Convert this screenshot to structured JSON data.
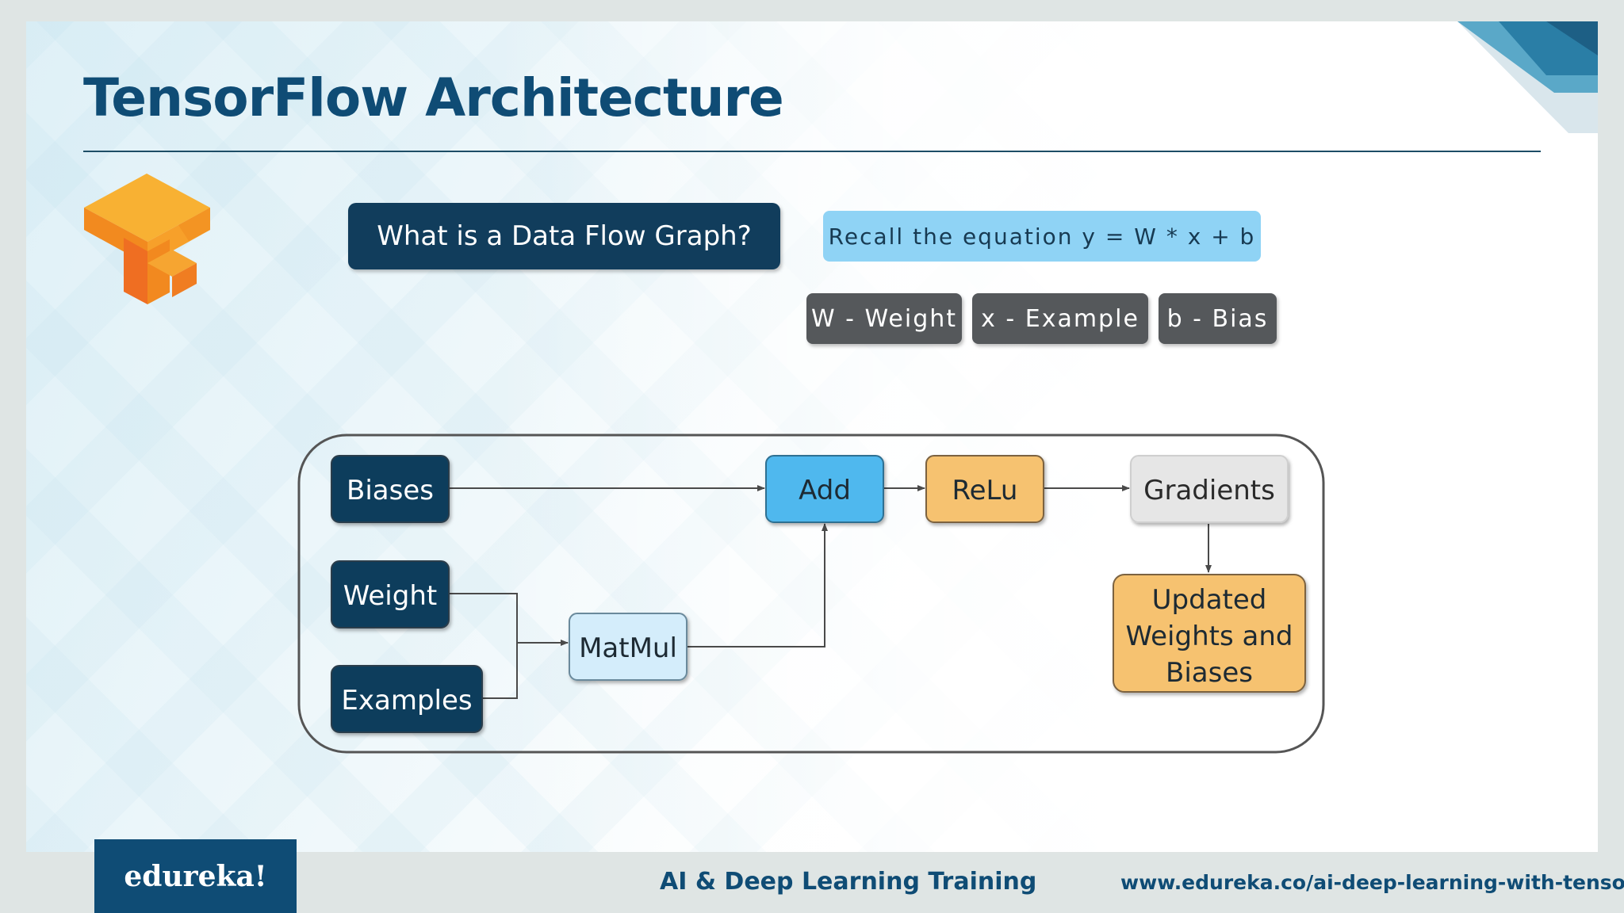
{
  "slide": {
    "title": "TensorFlow Architecture",
    "logo_icon": "tensorflow-logo-icon",
    "question_button": "What is a Data Flow Graph?",
    "recall_label": "Recall the equation y = W * x + b",
    "legend_chips": [
      "W - Weight",
      "x - Example",
      "b - Bias"
    ]
  },
  "diagram": {
    "nodes": {
      "biases": "Biases",
      "weight": "Weight",
      "examples": "Examples",
      "matmul": "MatMul",
      "add": "Add",
      "relu": "ReLu",
      "gradients": "Gradients",
      "updated": [
        "Updated",
        "Weights and",
        "Biases"
      ]
    },
    "edges": [
      [
        "Biases",
        "Add"
      ],
      [
        "Weight",
        "MatMul"
      ],
      [
        "Examples",
        "MatMul"
      ],
      [
        "MatMul",
        "Add"
      ],
      [
        "Add",
        "ReLu"
      ],
      [
        "ReLu",
        "Gradients"
      ],
      [
        "Gradients",
        "Updated Weights and Biases"
      ]
    ]
  },
  "footer": {
    "brand": "edureka!",
    "course": "AI & Deep Learning Training",
    "url": "www.edureka.co/ai-deep-learning-with-tensorflow"
  },
  "colors": {
    "dark_navy": "#113d5c",
    "title_blue": "#0f4c75",
    "light_blue": "#8fd3f5",
    "add_blue": "#4fb8ee",
    "matmul_blue": "#d4edfb",
    "relu_orange": "#f6c26f",
    "gradients_gray": "#e6e6e6",
    "chip_gray": "#55585b"
  }
}
